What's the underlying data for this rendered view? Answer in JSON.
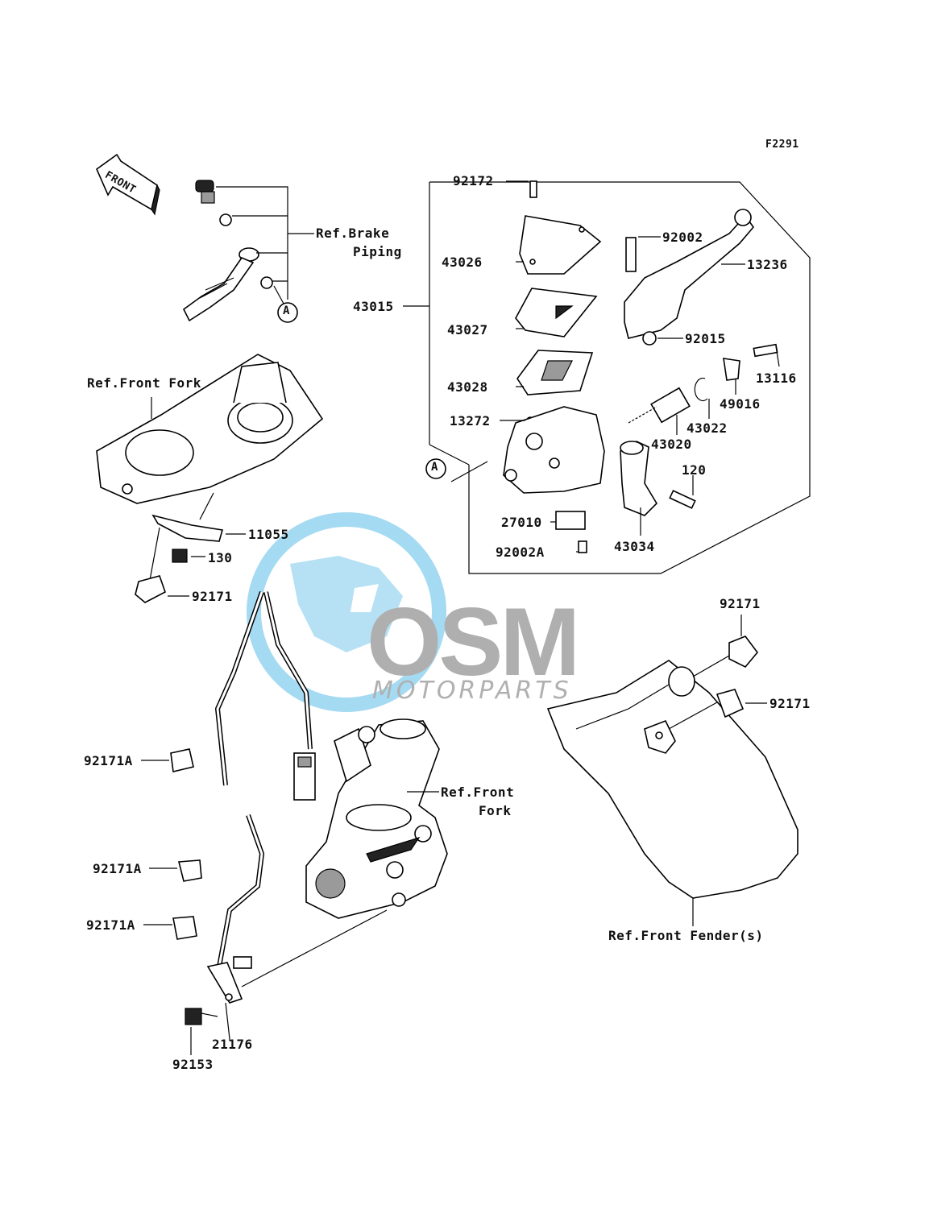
{
  "diagram_code": "F2291",
  "front_arrow": {
    "text": "FRONT",
    "icon": "front-direction-arrow-icon"
  },
  "watermark": {
    "brand": "OSM",
    "sub": "MOTORPARTS",
    "globe_color": "#5bbde8",
    "letters_color": "#6f6f6f"
  },
  "references": {
    "brake_piping_1": "Ref.Brake",
    "brake_piping_2": "Piping",
    "front_fork_top": "Ref.Front Fork",
    "front_fork_lower_1": "Ref.Front",
    "front_fork_lower_2": "Fork",
    "front_fender": "Ref.Front Fender(s)"
  },
  "circle_marker": "A",
  "parts": {
    "p92172": "92172",
    "p43026": "43026",
    "p43015": "43015",
    "p43027": "43027",
    "p43028": "43028",
    "p13272": "13272",
    "p27010": "27010",
    "p92002A": "92002A",
    "p92002": "92002",
    "p13236": "13236",
    "p92015": "92015",
    "p13116": "13116",
    "p49016": "49016",
    "p43022": "43022",
    "p43020": "43020",
    "p120": "120",
    "p43034": "43034",
    "p11055": "11055",
    "p130": "130",
    "p92171_left": "92171",
    "p92171_right_top": "92171",
    "p92171_right_mid": "92171",
    "p92171A_1": "92171A",
    "p92171A_2": "92171A",
    "p92171A_3": "92171A",
    "p21176": "21176",
    "p92153": "92153"
  }
}
